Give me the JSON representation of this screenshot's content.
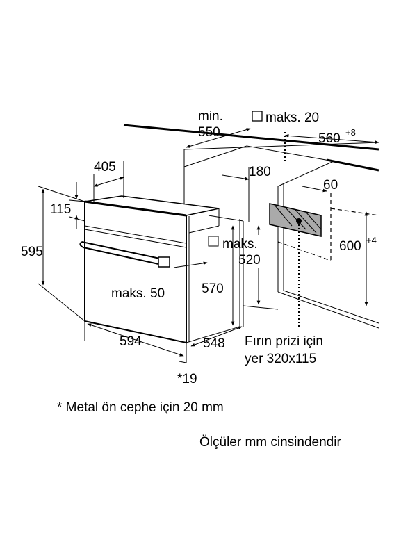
{
  "labels": {
    "min": "min.",
    "min_value": "550",
    "maks20": "maks. 20",
    "w560": "560",
    "w560_tol": "+8",
    "d405": "405",
    "d180": "180",
    "d60": "60",
    "d115": "115",
    "d595": "595",
    "maks520_a": "maks.",
    "maks520_b": "520",
    "h600": "600",
    "h600_tol": "+4",
    "maks50": "maks. 50",
    "d570": "570",
    "d594": "594",
    "d548": "548",
    "socket_a": "Fırın prizi için",
    "socket_b": "yer 320x115",
    "d19": "*19"
  },
  "notes": {
    "metal_front": "* Metal ön cephe için 20 mm",
    "units": "Ölçüler mm cinsindendir"
  }
}
